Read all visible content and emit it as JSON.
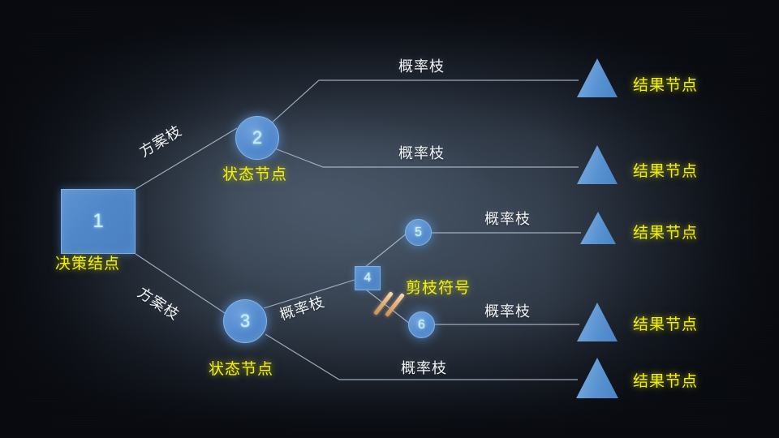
{
  "diagram": {
    "title": "decision-tree",
    "background_color": "#0a0d13",
    "accent_color": "#4f87c9",
    "label_yellow": "#f2f206",
    "label_white": "#f2f5f8",
    "prune_color": "#e8b583"
  },
  "nodes": {
    "decision": {
      "id": "1",
      "caption": "决策结点",
      "shape": "square"
    },
    "state_top": {
      "id": "2",
      "caption": "状态节点",
      "shape": "circle"
    },
    "state_bottom": {
      "id": "3",
      "caption": "状态节点",
      "shape": "circle"
    },
    "sub_decision": {
      "id": "4",
      "caption": "",
      "shape": "square"
    },
    "sub_state_upper": {
      "id": "5",
      "caption": "",
      "shape": "circle"
    },
    "sub_state_lower": {
      "id": "6",
      "caption": "",
      "shape": "circle"
    }
  },
  "results": [
    {
      "caption": "结果节点"
    },
    {
      "caption": "结果节点"
    },
    {
      "caption": "结果节点"
    },
    {
      "caption": "结果节点"
    },
    {
      "caption": "结果节点"
    }
  ],
  "branches": {
    "plan_upper": "方案枝",
    "plan_lower": "方案枝",
    "prob_1": "概率枝",
    "prob_2": "概率枝",
    "prob_3": "概率枝",
    "prob_4": "概率枝",
    "prob_5": "概率枝",
    "prob_diag": "概率枝"
  },
  "annotations": {
    "prune": "剪枝符号"
  }
}
